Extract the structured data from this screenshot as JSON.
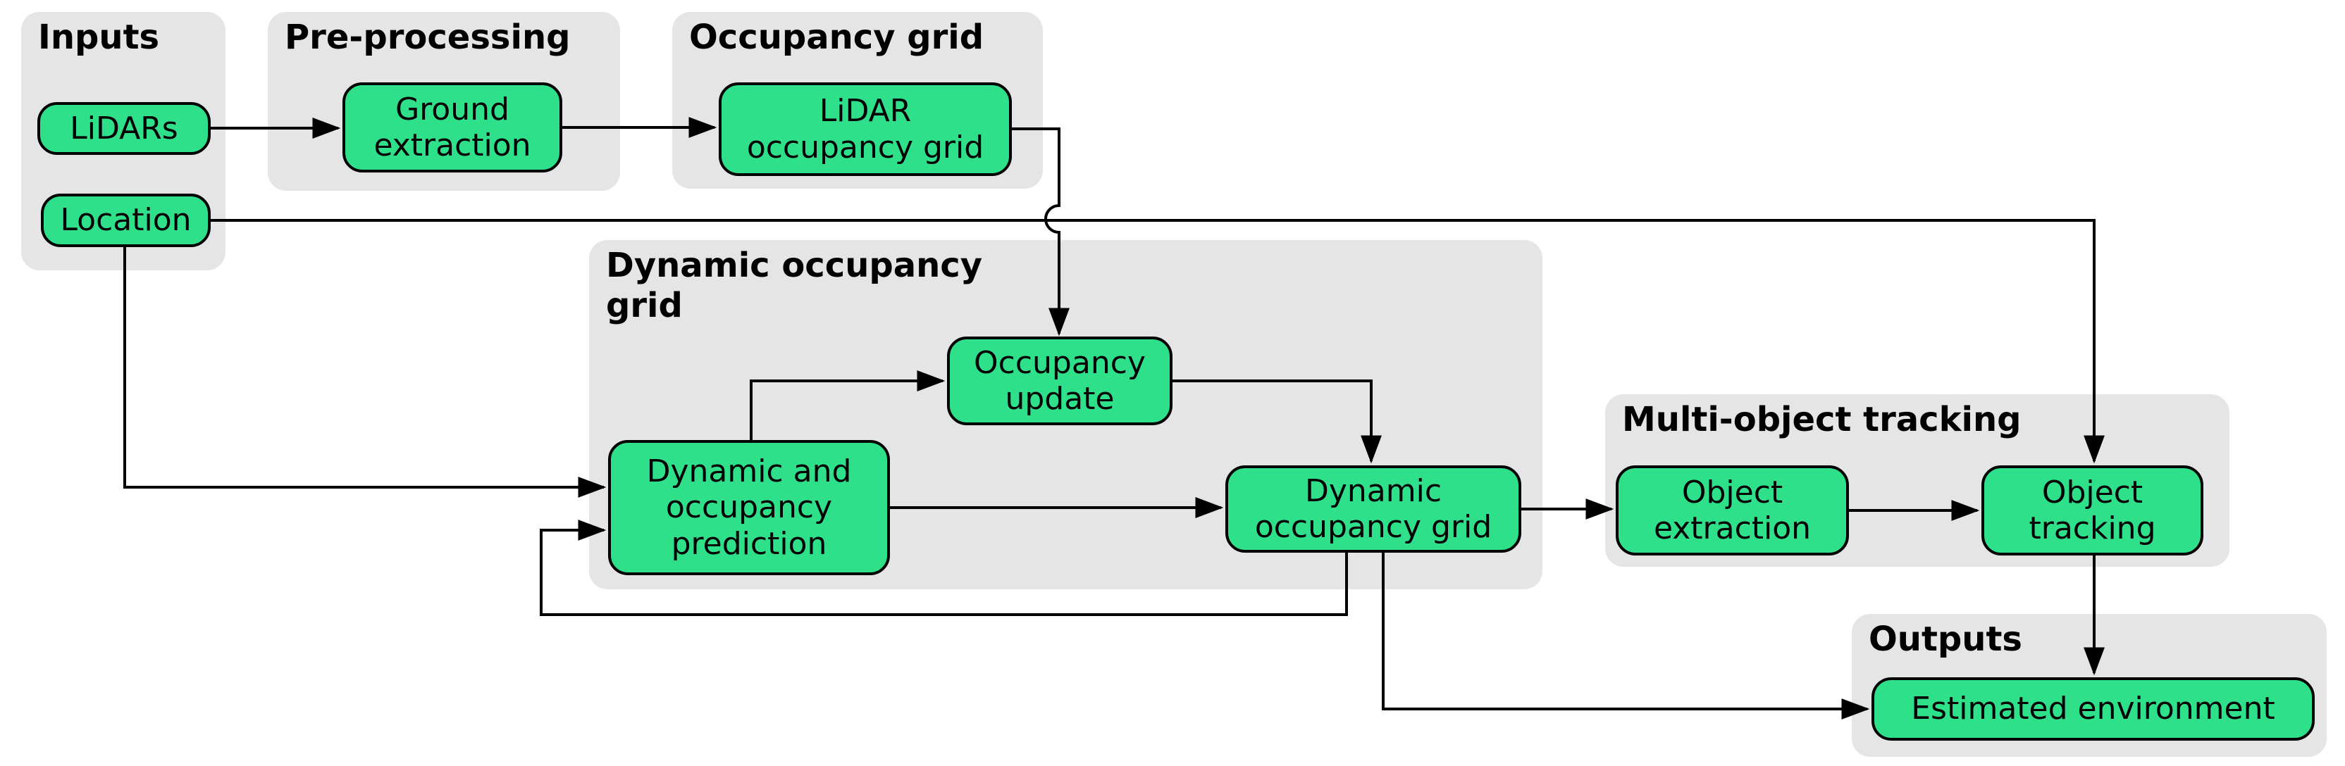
{
  "background": "#ffffff",
  "colors": {
    "node_fill": "#2ee08a",
    "section_fill": "#e5e5e5",
    "line": "#000000",
    "text": "#000000"
  },
  "sections": {
    "inputs": {
      "title": "Inputs"
    },
    "preprocessing": {
      "title": "Pre-processing"
    },
    "occupancy_grid": {
      "title": "Occupancy grid"
    },
    "dynamic_occupancy_grid": {
      "title": "Dynamic occupancy\ngrid"
    },
    "multi_object_tracking": {
      "title": "Multi-object tracking"
    },
    "outputs": {
      "title": "Outputs"
    }
  },
  "nodes": {
    "lidars": {
      "label": "LiDARs"
    },
    "location": {
      "label": "Location"
    },
    "ground_extraction": {
      "label": "Ground\nextraction"
    },
    "lidar_occupancy_grid": {
      "label": "LiDAR\noccupancy grid"
    },
    "occupancy_update": {
      "label": "Occupancy\nupdate"
    },
    "dynamic_and_occupancy_prediction": {
      "label": "Dynamic and\noccupancy\nprediction"
    },
    "dynamic_occupancy_grid": {
      "label": "Dynamic\noccupancy grid"
    },
    "object_extraction": {
      "label": "Object\nextraction"
    },
    "object_tracking": {
      "label": "Object\ntracking"
    },
    "estimated_environment": {
      "label": "Estimated environment"
    }
  },
  "edges": [
    {
      "from": "lidars",
      "to": "ground_extraction"
    },
    {
      "from": "ground_extraction",
      "to": "lidar_occupancy_grid"
    },
    {
      "from": "lidar_occupancy_grid",
      "to": "occupancy_update",
      "note": "hops over location line"
    },
    {
      "from": "location",
      "to": "object_tracking"
    },
    {
      "from": "location",
      "to": "dynamic_and_occupancy_prediction"
    },
    {
      "from": "dynamic_and_occupancy_prediction",
      "to": "occupancy_update"
    },
    {
      "from": "occupancy_update",
      "to": "dynamic_occupancy_grid"
    },
    {
      "from": "dynamic_and_occupancy_prediction",
      "to": "dynamic_occupancy_grid"
    },
    {
      "from": "dynamic_occupancy_grid",
      "to": "object_extraction"
    },
    {
      "from": "object_extraction",
      "to": "object_tracking"
    },
    {
      "from": "object_tracking",
      "to": "estimated_environment"
    },
    {
      "from": "dynamic_occupancy_grid",
      "to": "dynamic_and_occupancy_prediction",
      "note": "feedback loop"
    },
    {
      "from": "dynamic_occupancy_grid",
      "to": "estimated_environment"
    }
  ]
}
